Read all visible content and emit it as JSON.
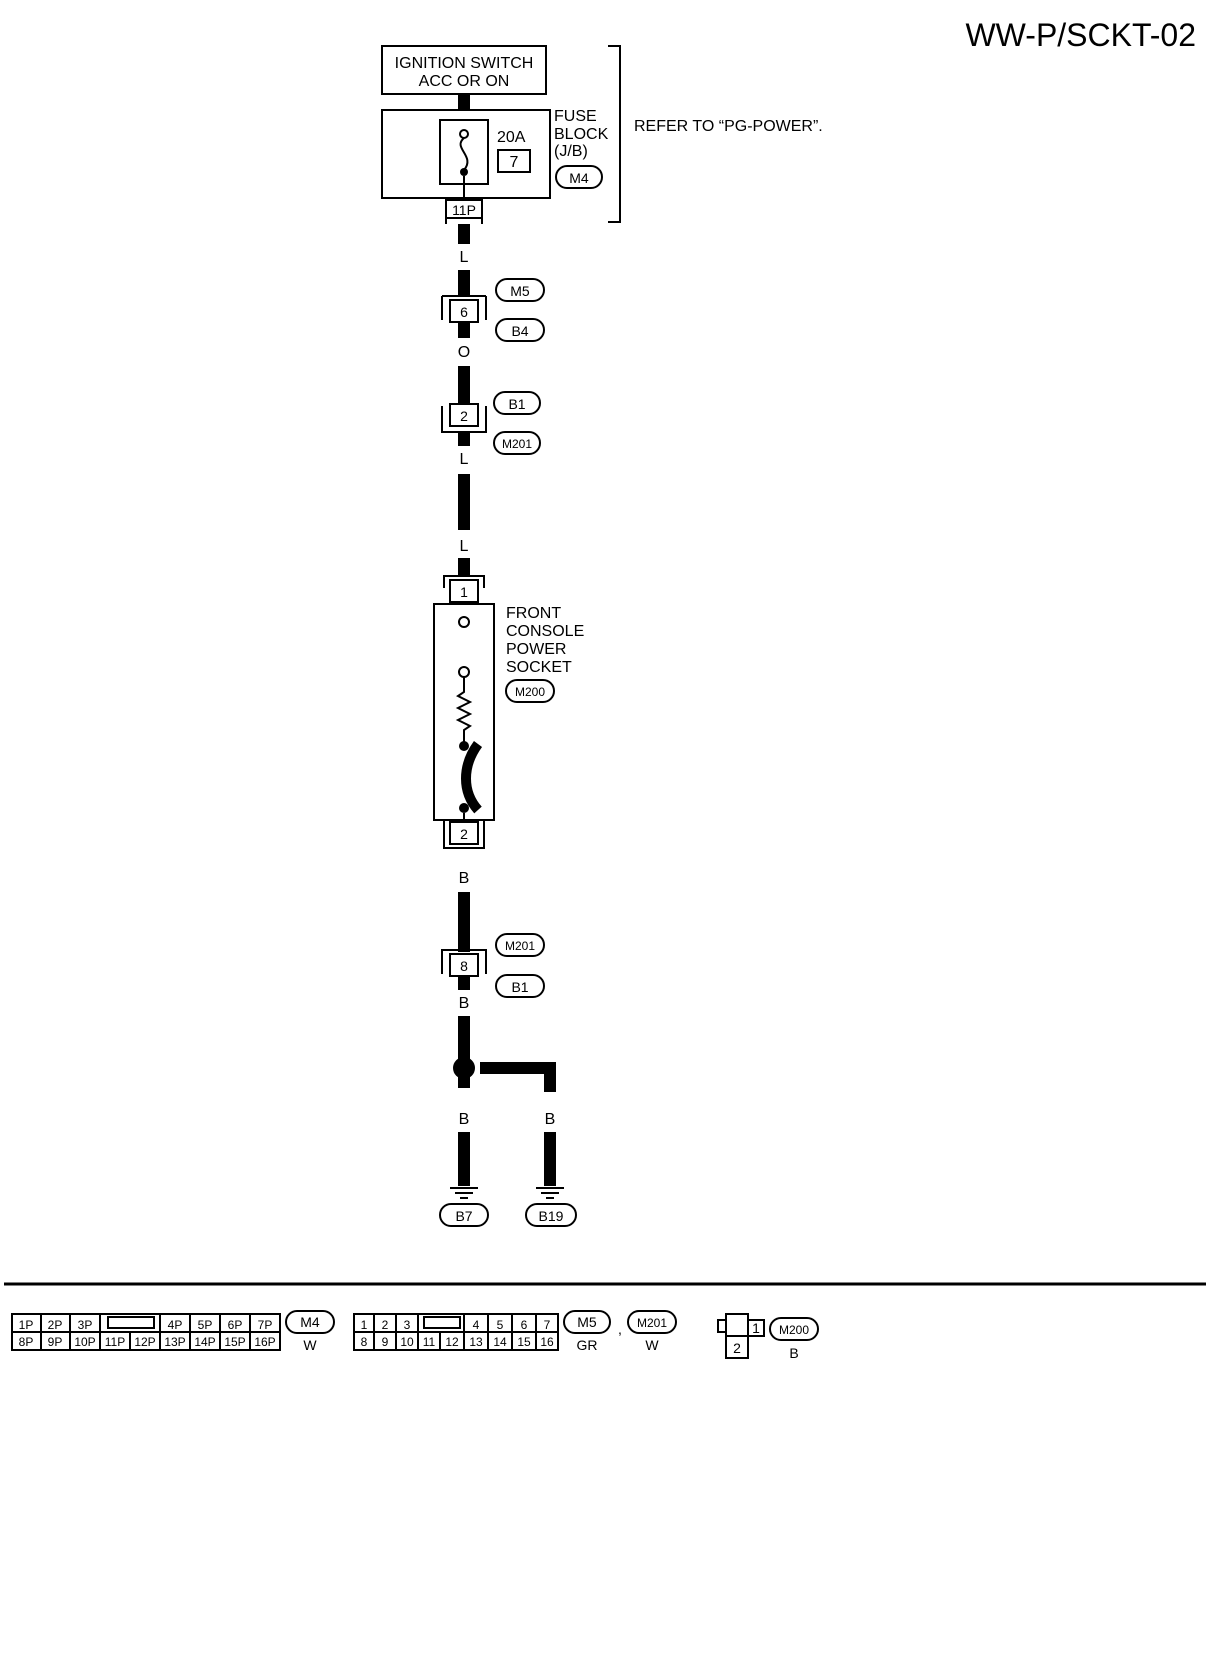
{
  "title": "WW-P/SCKT-02",
  "ignition": {
    "line1": "IGNITION SWITCH",
    "line2": "ACC OR ON"
  },
  "fuse_block": {
    "rating": "20A",
    "number": "7",
    "name1": "FUSE",
    "name2": "BLOCK",
    "name3": "(J/B)",
    "connector": "M4",
    "terminal": "11P"
  },
  "refer_note": "REFER TO “PG-POWER”.",
  "wire_colors": {
    "w1": "L",
    "w2": "O",
    "w3": "L",
    "w4": "L",
    "w5": "B",
    "w6": "B",
    "w7": "B",
    "w8": "B"
  },
  "joint_1": {
    "top": "M5",
    "bottom": "B4",
    "pin": "6"
  },
  "joint_2": {
    "top": "B1",
    "bottom": "M201",
    "pin": "2"
  },
  "socket": {
    "line1": "FRONT",
    "line2": "CONSOLE",
    "line3": "POWER",
    "line4": "SOCKET",
    "connector": "M200",
    "pin_top": "1",
    "pin_bottom": "2"
  },
  "joint_3": {
    "top": "M201",
    "bottom": "B1",
    "pin": "8"
  },
  "grounds": {
    "g1": "B7",
    "g2": "B19"
  },
  "legend": {
    "c16p": {
      "row1": [
        "1P",
        "2P",
        "3P",
        "",
        "4P",
        "5P",
        "6P",
        "7P"
      ],
      "row2": [
        "8P",
        "9P",
        "10P",
        "11P",
        "12P",
        "13P",
        "14P",
        "15P",
        "16P"
      ],
      "connector": "M4",
      "color": "W"
    },
    "c16": {
      "row1": [
        "1",
        "2",
        "3",
        "",
        "4",
        "5",
        "6",
        "7"
      ],
      "row2": [
        "8",
        "9",
        "10",
        "11",
        "12",
        "13",
        "14",
        "15",
        "16"
      ],
      "connector_a": "M5",
      "color_a": "GR",
      "separator": ",",
      "connector_b": "M201",
      "color_b": "W"
    },
    "c2": {
      "pin1": "1",
      "pin2": "2",
      "connector": "M200",
      "color": "B"
    }
  }
}
